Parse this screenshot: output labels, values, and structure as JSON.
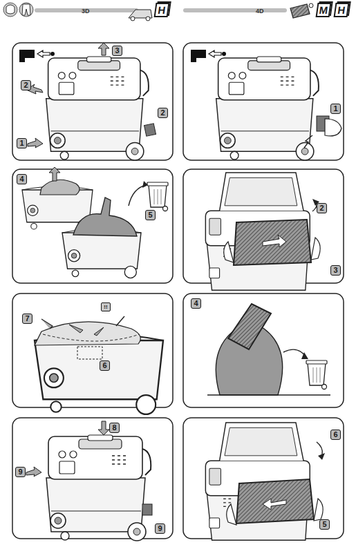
{
  "diagram": {
    "labels": [
      "3D",
      "H",
      "4D",
      "M",
      "H",
      "3",
      "2",
      "1",
      "2",
      "1",
      "4",
      "5",
      "2",
      "3",
      "7",
      "!!",
      "6",
      "4",
      "8",
      "9",
      "9",
      "6",
      "5"
    ]
  }
}
